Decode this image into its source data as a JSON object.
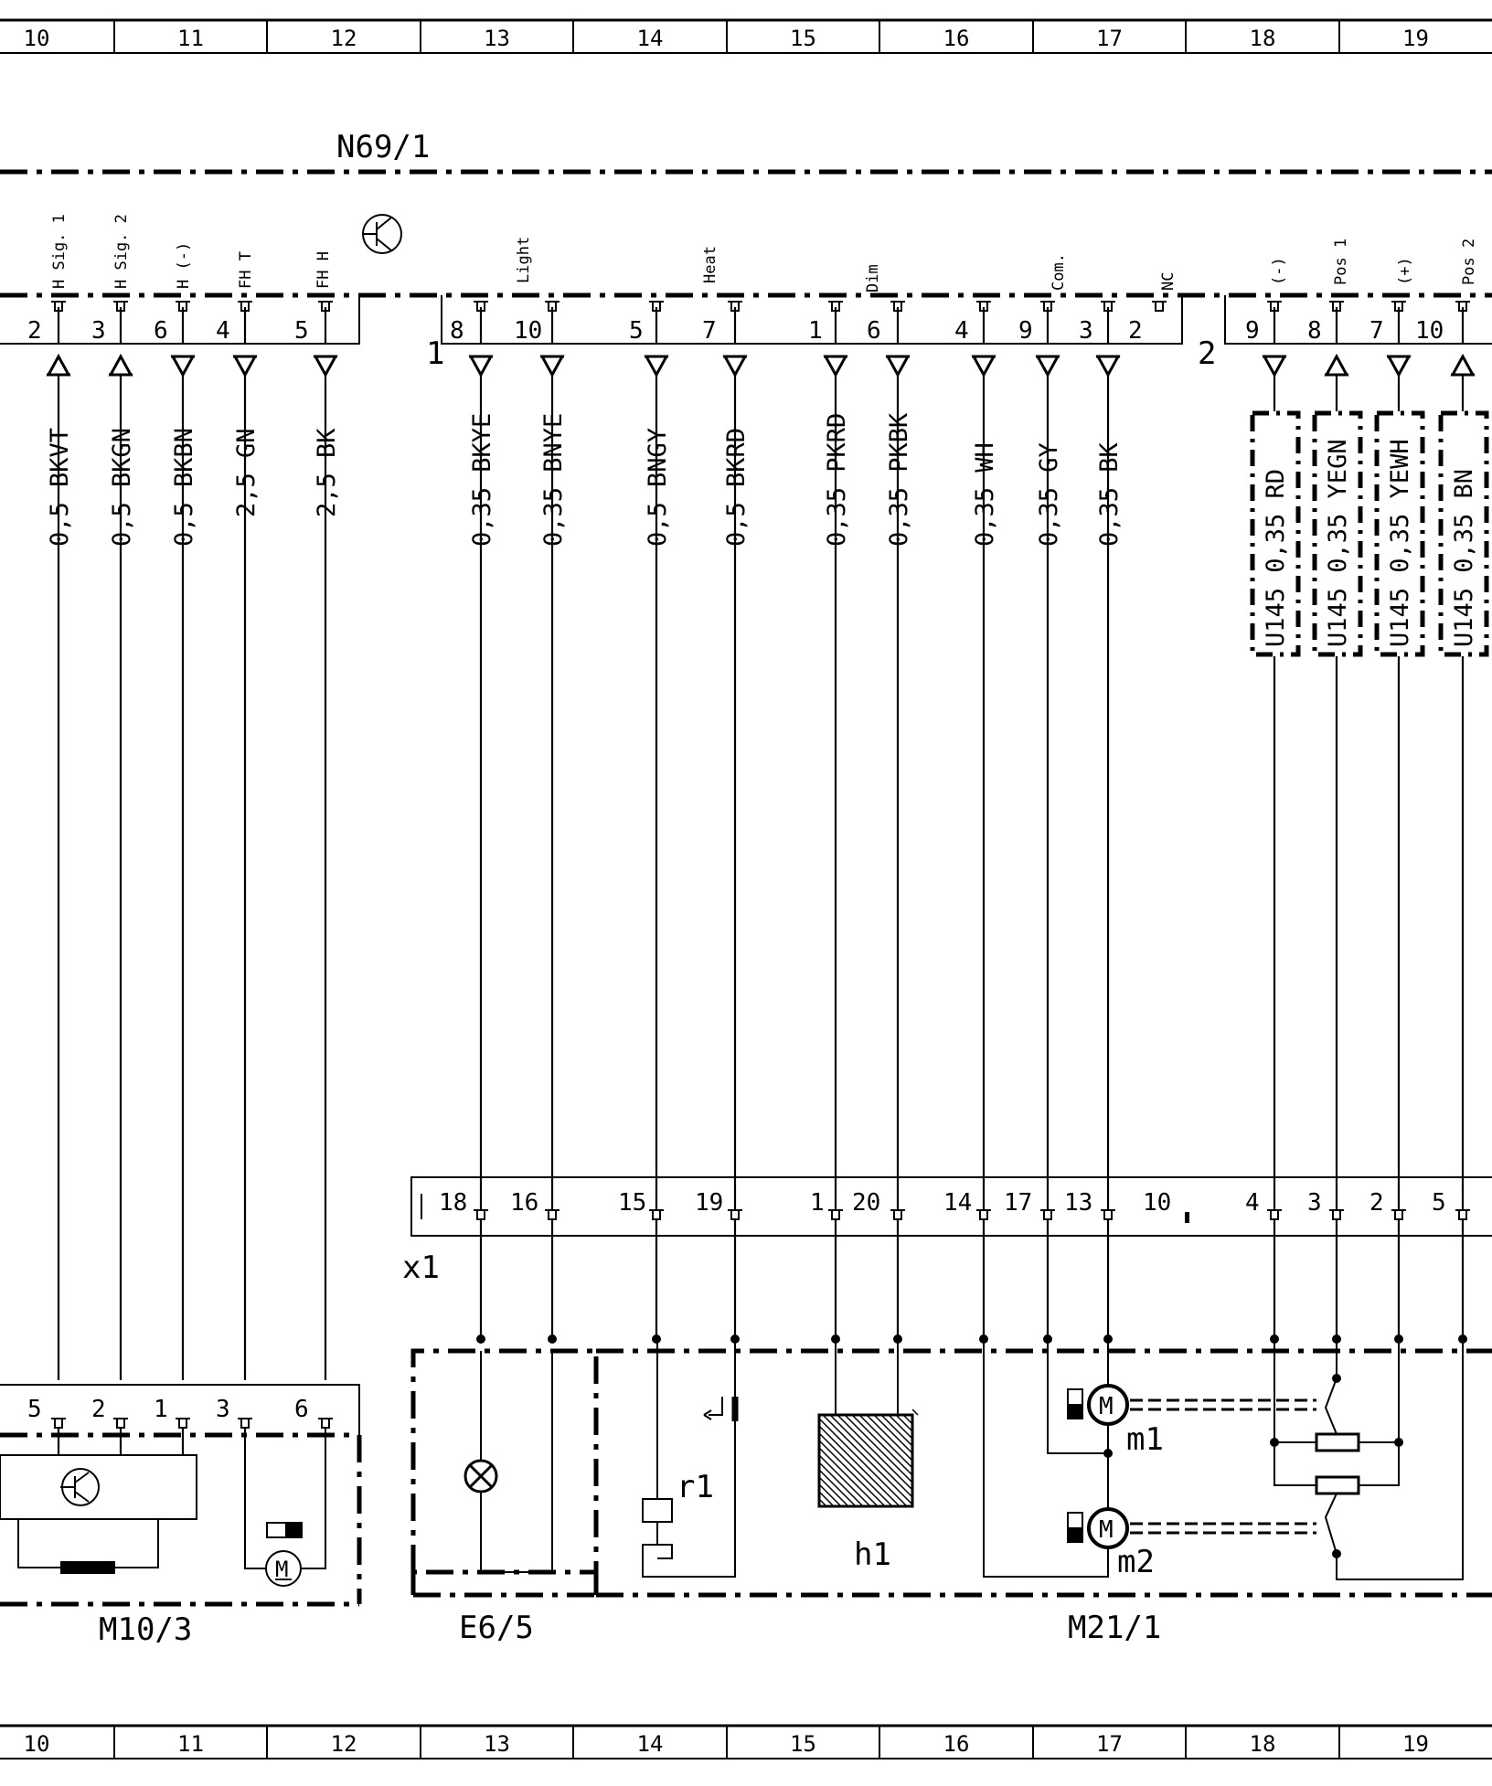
{
  "grid": {
    "columns": [
      "10",
      "11",
      "12",
      "13",
      "14",
      "15",
      "16",
      "17",
      "18",
      "19"
    ]
  },
  "components": {
    "n69": "N69/1",
    "m10": "M10/3",
    "e6": "E6/5",
    "m21": "M21/1",
    "x1": "x1",
    "conn1": "1",
    "conn2": "2",
    "m1": "m1",
    "m2": "m2",
    "r1": "r1",
    "h1": "h1",
    "motor_letter": "M"
  },
  "left_group": {
    "pins_top": [
      "2",
      "3",
      "6",
      "4",
      "5"
    ],
    "signals": [
      "H Sig. 1",
      "H Sig. 2",
      "H (-)",
      "FH T",
      "FH H"
    ],
    "wires": [
      "0,5 BKVT",
      "0,5 BKGN",
      "0,5 BKBN",
      "2,5 GN",
      "2,5 BK"
    ],
    "pins_bottom": [
      "5",
      "2",
      "1",
      "3",
      "6"
    ]
  },
  "connector1": {
    "signals": [
      "Light",
      "Heat",
      "Dim",
      "Com.",
      "NC"
    ],
    "pins": [
      "8",
      "10",
      "5",
      "7",
      "1",
      "6",
      "4",
      "9",
      "3",
      "2"
    ],
    "wires": [
      "0,35 BKYE",
      "0,35 BNYE",
      "0,5 BNGY",
      "0,5 BKRD",
      "0,35 PKRD",
      "0,35 PKBK",
      "0,35 WH",
      "0,35 GY",
      "0,35 BK"
    ],
    "x1_pins": [
      "18",
      "16",
      "15",
      "19",
      "1",
      "20",
      "14",
      "17",
      "13",
      "10"
    ]
  },
  "connector2": {
    "signals": [
      "(-)",
      "Pos 1",
      "(+)",
      "Pos 2"
    ],
    "pins": [
      "9",
      "8",
      "7",
      "10"
    ],
    "wires": [
      "U145  0,35 RD",
      "U145  0,35 YEGN",
      "U145  0,35 YEWH",
      "U145  0,35 BN"
    ],
    "x1_pins": [
      "4",
      "3",
      "2",
      "5"
    ]
  }
}
